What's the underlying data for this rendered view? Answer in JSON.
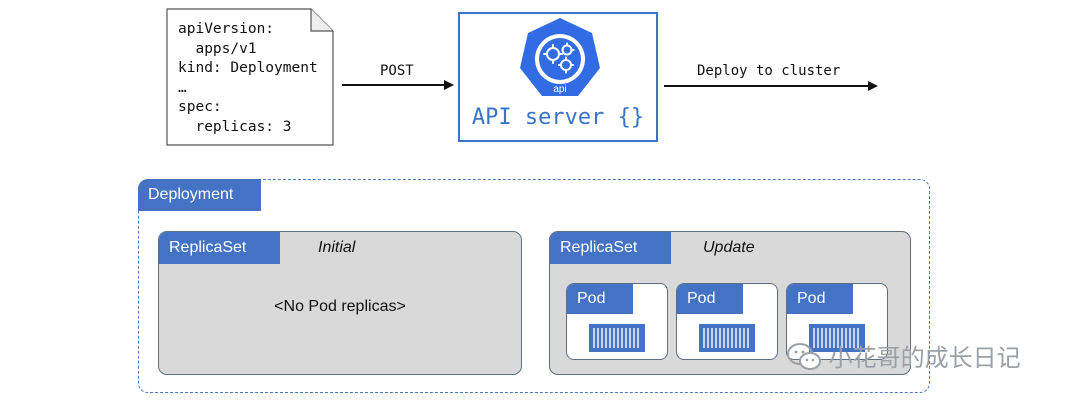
{
  "document": {
    "lines": [
      "apiVersion:",
      "  apps/v1",
      "kind: Deployment",
      "…",
      "spec:",
      "  replicas: 3"
    ]
  },
  "arrows": {
    "post_label": "POST",
    "deploy_label": "Deploy to cluster"
  },
  "api_server": {
    "logo_text": "api",
    "title": "API server {}"
  },
  "deployment": {
    "label": "Deployment",
    "replicasets": [
      {
        "label": "ReplicaSet",
        "note": "Initial",
        "content": "<No Pod replicas>"
      },
      {
        "label": "ReplicaSet",
        "note": "Update",
        "pods": [
          "Pod",
          "Pod",
          "Pod"
        ]
      }
    ]
  },
  "watermark": {
    "text": "小花哥的成长日记"
  },
  "colors": {
    "accent": "#4472c4",
    "box_fill": "#d9d9d9",
    "api_border": "#3a73c8"
  }
}
